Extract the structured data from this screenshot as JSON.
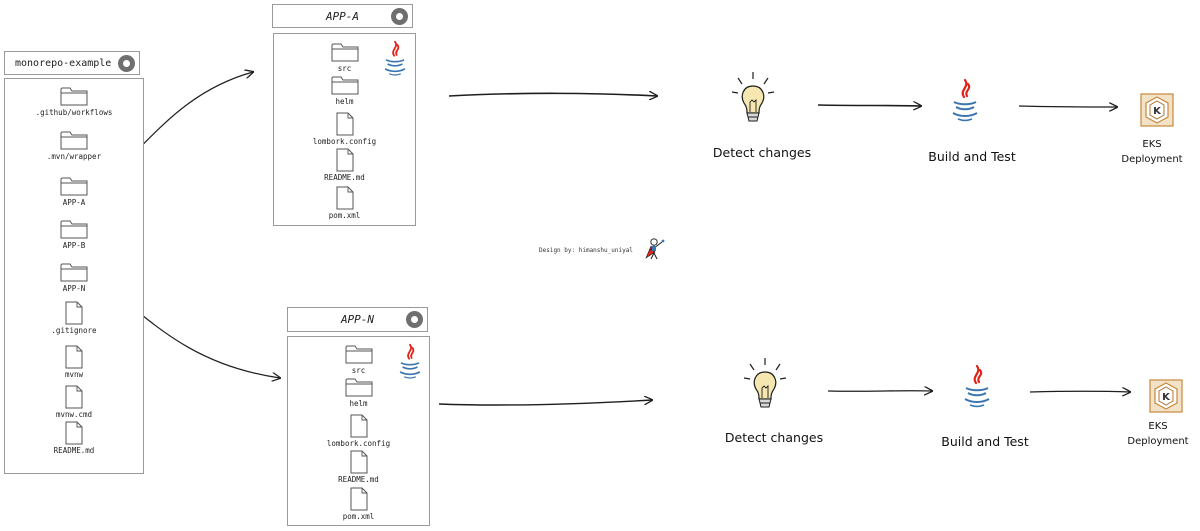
{
  "repo": {
    "title": "monorepo-example",
    "items": [
      {
        "label": ".github/workflows",
        "type": "folder"
      },
      {
        "label": ".mvn/wrapper",
        "type": "folder"
      },
      {
        "label": "APP-A",
        "type": "folder"
      },
      {
        "label": "APP-B",
        "type": "folder"
      },
      {
        "label": "APP-N",
        "type": "folder"
      },
      {
        "label": ".gitignore",
        "type": "file"
      },
      {
        "label": "mvnw",
        "type": "file"
      },
      {
        "label": "mvnw.cmd",
        "type": "file"
      },
      {
        "label": "README.md",
        "type": "file"
      }
    ]
  },
  "apps": [
    {
      "title": "APP-A",
      "items": [
        {
          "label": "src",
          "type": "folder"
        },
        {
          "label": "helm",
          "type": "folder"
        },
        {
          "label": "lombork.config",
          "type": "file"
        },
        {
          "label": "README.md",
          "type": "file"
        },
        {
          "label": "pom.xml",
          "type": "file"
        }
      ]
    },
    {
      "title": "APP-N",
      "items": [
        {
          "label": "src",
          "type": "folder"
        },
        {
          "label": "helm",
          "type": "folder"
        },
        {
          "label": "lombork.config",
          "type": "file"
        },
        {
          "label": "README.md",
          "type": "file"
        },
        {
          "label": "pom.xml",
          "type": "file"
        }
      ]
    }
  ],
  "pipelines": [
    {
      "detect": "Detect changes",
      "build": "Build and Test",
      "deploy_line1": "EKS",
      "deploy_line2": "Deployment"
    },
    {
      "detect": "Detect changes",
      "build": "Build and Test",
      "deploy_line1": "EKS",
      "deploy_line2": "Deployment"
    }
  ],
  "credit": "Design by: himanshu_uniyal",
  "icons": {
    "repo_badge": "github-icon",
    "folder": "folder-icon",
    "file": "file-icon",
    "java": "java-icon",
    "detect": "lightbulb-icon",
    "build": "java-icon",
    "deploy": "eks-kubernetes-icon",
    "mascot": "superhero-icon"
  },
  "colors": {
    "stroke": "#1e1e1e",
    "box_border": "#9a9a9a",
    "java_red": "#e2231a",
    "java_blue": "#3a75b0",
    "bulb": "#f6e7b0",
    "eks_bg": "#f2e3c8",
    "eks_border": "#c8873a"
  }
}
